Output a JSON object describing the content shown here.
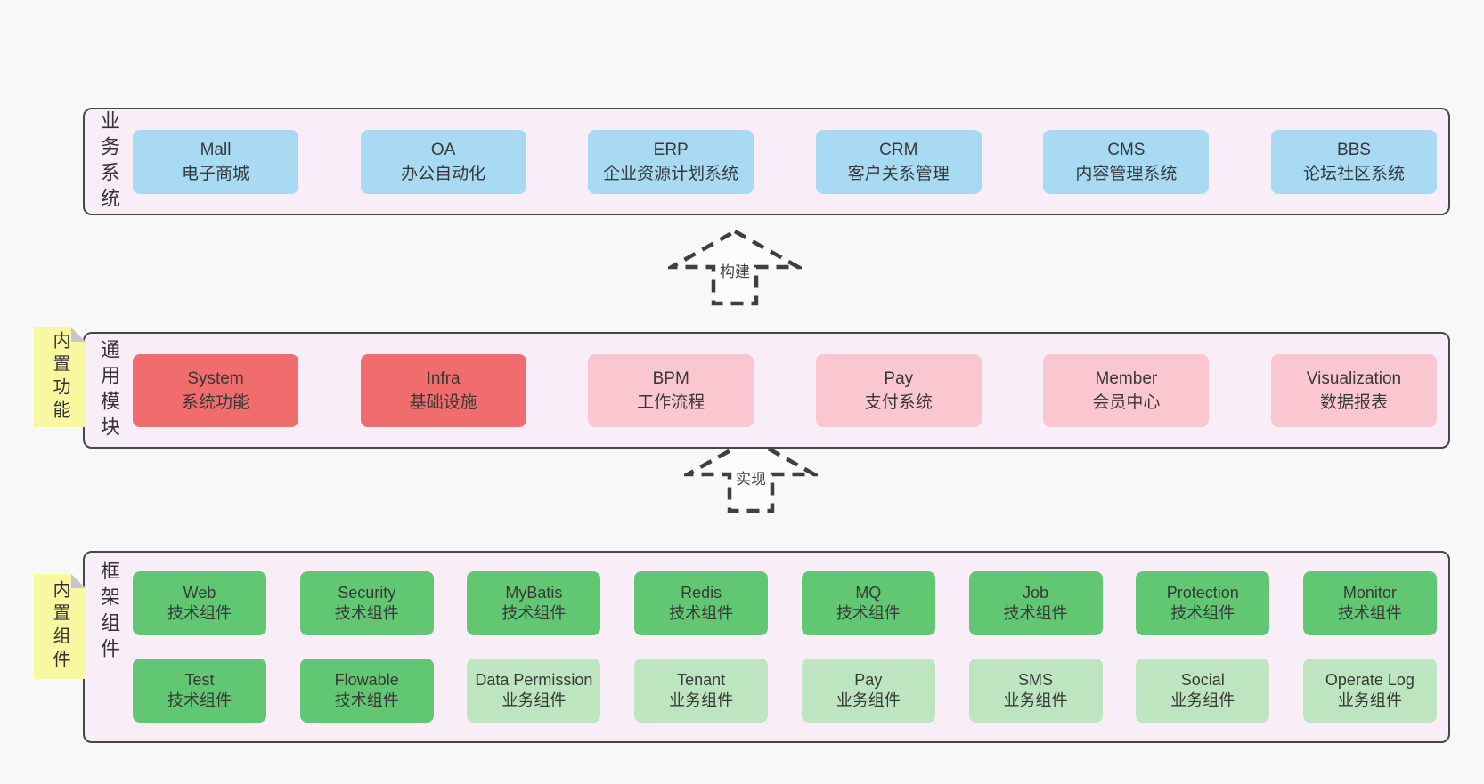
{
  "colors": {
    "page_background": "#f8f8f8",
    "band_background": "#f9eef7",
    "band_border": "#474747",
    "box_blue": "#a8daf4",
    "box_red": "#f16c6c",
    "box_pink": "#fac7d1",
    "box_green": "#61c773",
    "box_lightgreen": "#bde6c0",
    "sticky_yellow": "#f9f7a0",
    "sticky_fold_gray": "#c6c6c6",
    "text": "#383838"
  },
  "arrows": [
    {
      "label": "构建"
    },
    {
      "label": "实现"
    }
  ],
  "stickies": [
    {
      "label": "内置功能"
    },
    {
      "label": "内置组件"
    }
  ],
  "bands": [
    {
      "label": "业务系统",
      "rows": [
        [
          {
            "title": "Mall",
            "subtitle": "电子商城"
          },
          {
            "title": "OA",
            "subtitle": "办公自动化"
          },
          {
            "title": "ERP",
            "subtitle": "企业资源计划系统"
          },
          {
            "title": "CRM",
            "subtitle": "客户关系管理"
          },
          {
            "title": "CMS",
            "subtitle": "内容管理系统"
          },
          {
            "title": "BBS",
            "subtitle": "论坛社区系统"
          }
        ]
      ]
    },
    {
      "label": "通用模块",
      "rows": [
        [
          {
            "title": "System",
            "subtitle": "系统功能"
          },
          {
            "title": "Infra",
            "subtitle": "基础设施"
          },
          {
            "title": "BPM",
            "subtitle": "工作流程"
          },
          {
            "title": "Pay",
            "subtitle": "支付系统"
          },
          {
            "title": "Member",
            "subtitle": "会员中心"
          },
          {
            "title": "Visualization",
            "subtitle": "数据报表"
          }
        ]
      ]
    },
    {
      "label": "框架组件",
      "rows": [
        [
          {
            "title": "Web",
            "subtitle": "技术组件"
          },
          {
            "title": "Security",
            "subtitle": "技术组件"
          },
          {
            "title": "MyBatis",
            "subtitle": "技术组件"
          },
          {
            "title": "Redis",
            "subtitle": "技术组件"
          },
          {
            "title": "MQ",
            "subtitle": "技术组件"
          },
          {
            "title": "Job",
            "subtitle": "技术组件"
          },
          {
            "title": "Protection",
            "subtitle": "技术组件"
          },
          {
            "title": "Monitor",
            "subtitle": "技术组件"
          }
        ],
        [
          {
            "title": "Test",
            "subtitle": "技术组件"
          },
          {
            "title": "Flowable",
            "subtitle": "技术组件"
          },
          {
            "title": "Data Permission",
            "subtitle": "业务组件"
          },
          {
            "title": "Tenant",
            "subtitle": "业务组件"
          },
          {
            "title": "Pay",
            "subtitle": "业务组件"
          },
          {
            "title": "SMS",
            "subtitle": "业务组件"
          },
          {
            "title": "Social",
            "subtitle": "业务组件"
          },
          {
            "title": "Operate Log",
            "subtitle": "业务组件"
          }
        ]
      ]
    }
  ]
}
